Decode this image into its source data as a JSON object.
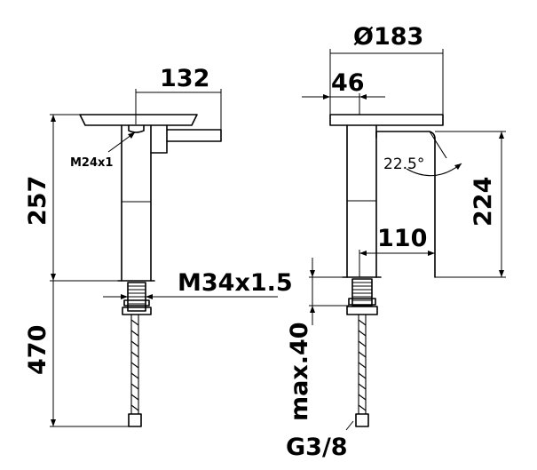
{
  "labels": {
    "width_top_left": "132",
    "height_left": "257",
    "thread_aerator": "M24x1",
    "thread_body": "M34x1.5",
    "hose_length": "470",
    "diameter": "Ø183",
    "offset": "46",
    "angle": "22.5°",
    "height_right": "224",
    "reach": "110",
    "deck_max": "max.40",
    "connection": "G3/8"
  }
}
